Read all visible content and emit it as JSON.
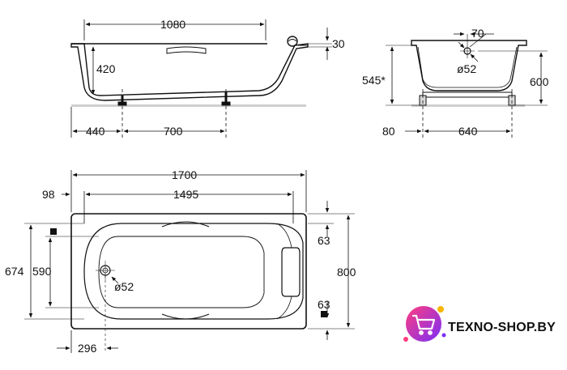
{
  "side_view": {
    "length_label": "1080",
    "depth_label": "420",
    "rim_label": "30",
    "leg_offset_label": "440",
    "leg_spacing_label": "700"
  },
  "end_view": {
    "drain_offset_label": "70",
    "drain_diameter_label": "ø52",
    "height_star_label": "545*",
    "total_height_label": "600",
    "leg_inset_label": "80",
    "leg_width_label": "640"
  },
  "top_view": {
    "total_length_label": "1700",
    "inner_length_label": "1495",
    "left_rim_label": "98",
    "outer_width_label": "674",
    "inner_width_label": "590",
    "drain_diameter_label": "ø52",
    "handle_top_label": "63",
    "handle_bottom_label": "63",
    "total_width_label": "800",
    "drain_position_label": "296"
  },
  "brand": {
    "name": "TEXNO-SHOP.BY",
    "colors": {
      "primary": "#7b2ff7",
      "secondary": "#ff3d7f",
      "accent": "#f7b500"
    }
  }
}
